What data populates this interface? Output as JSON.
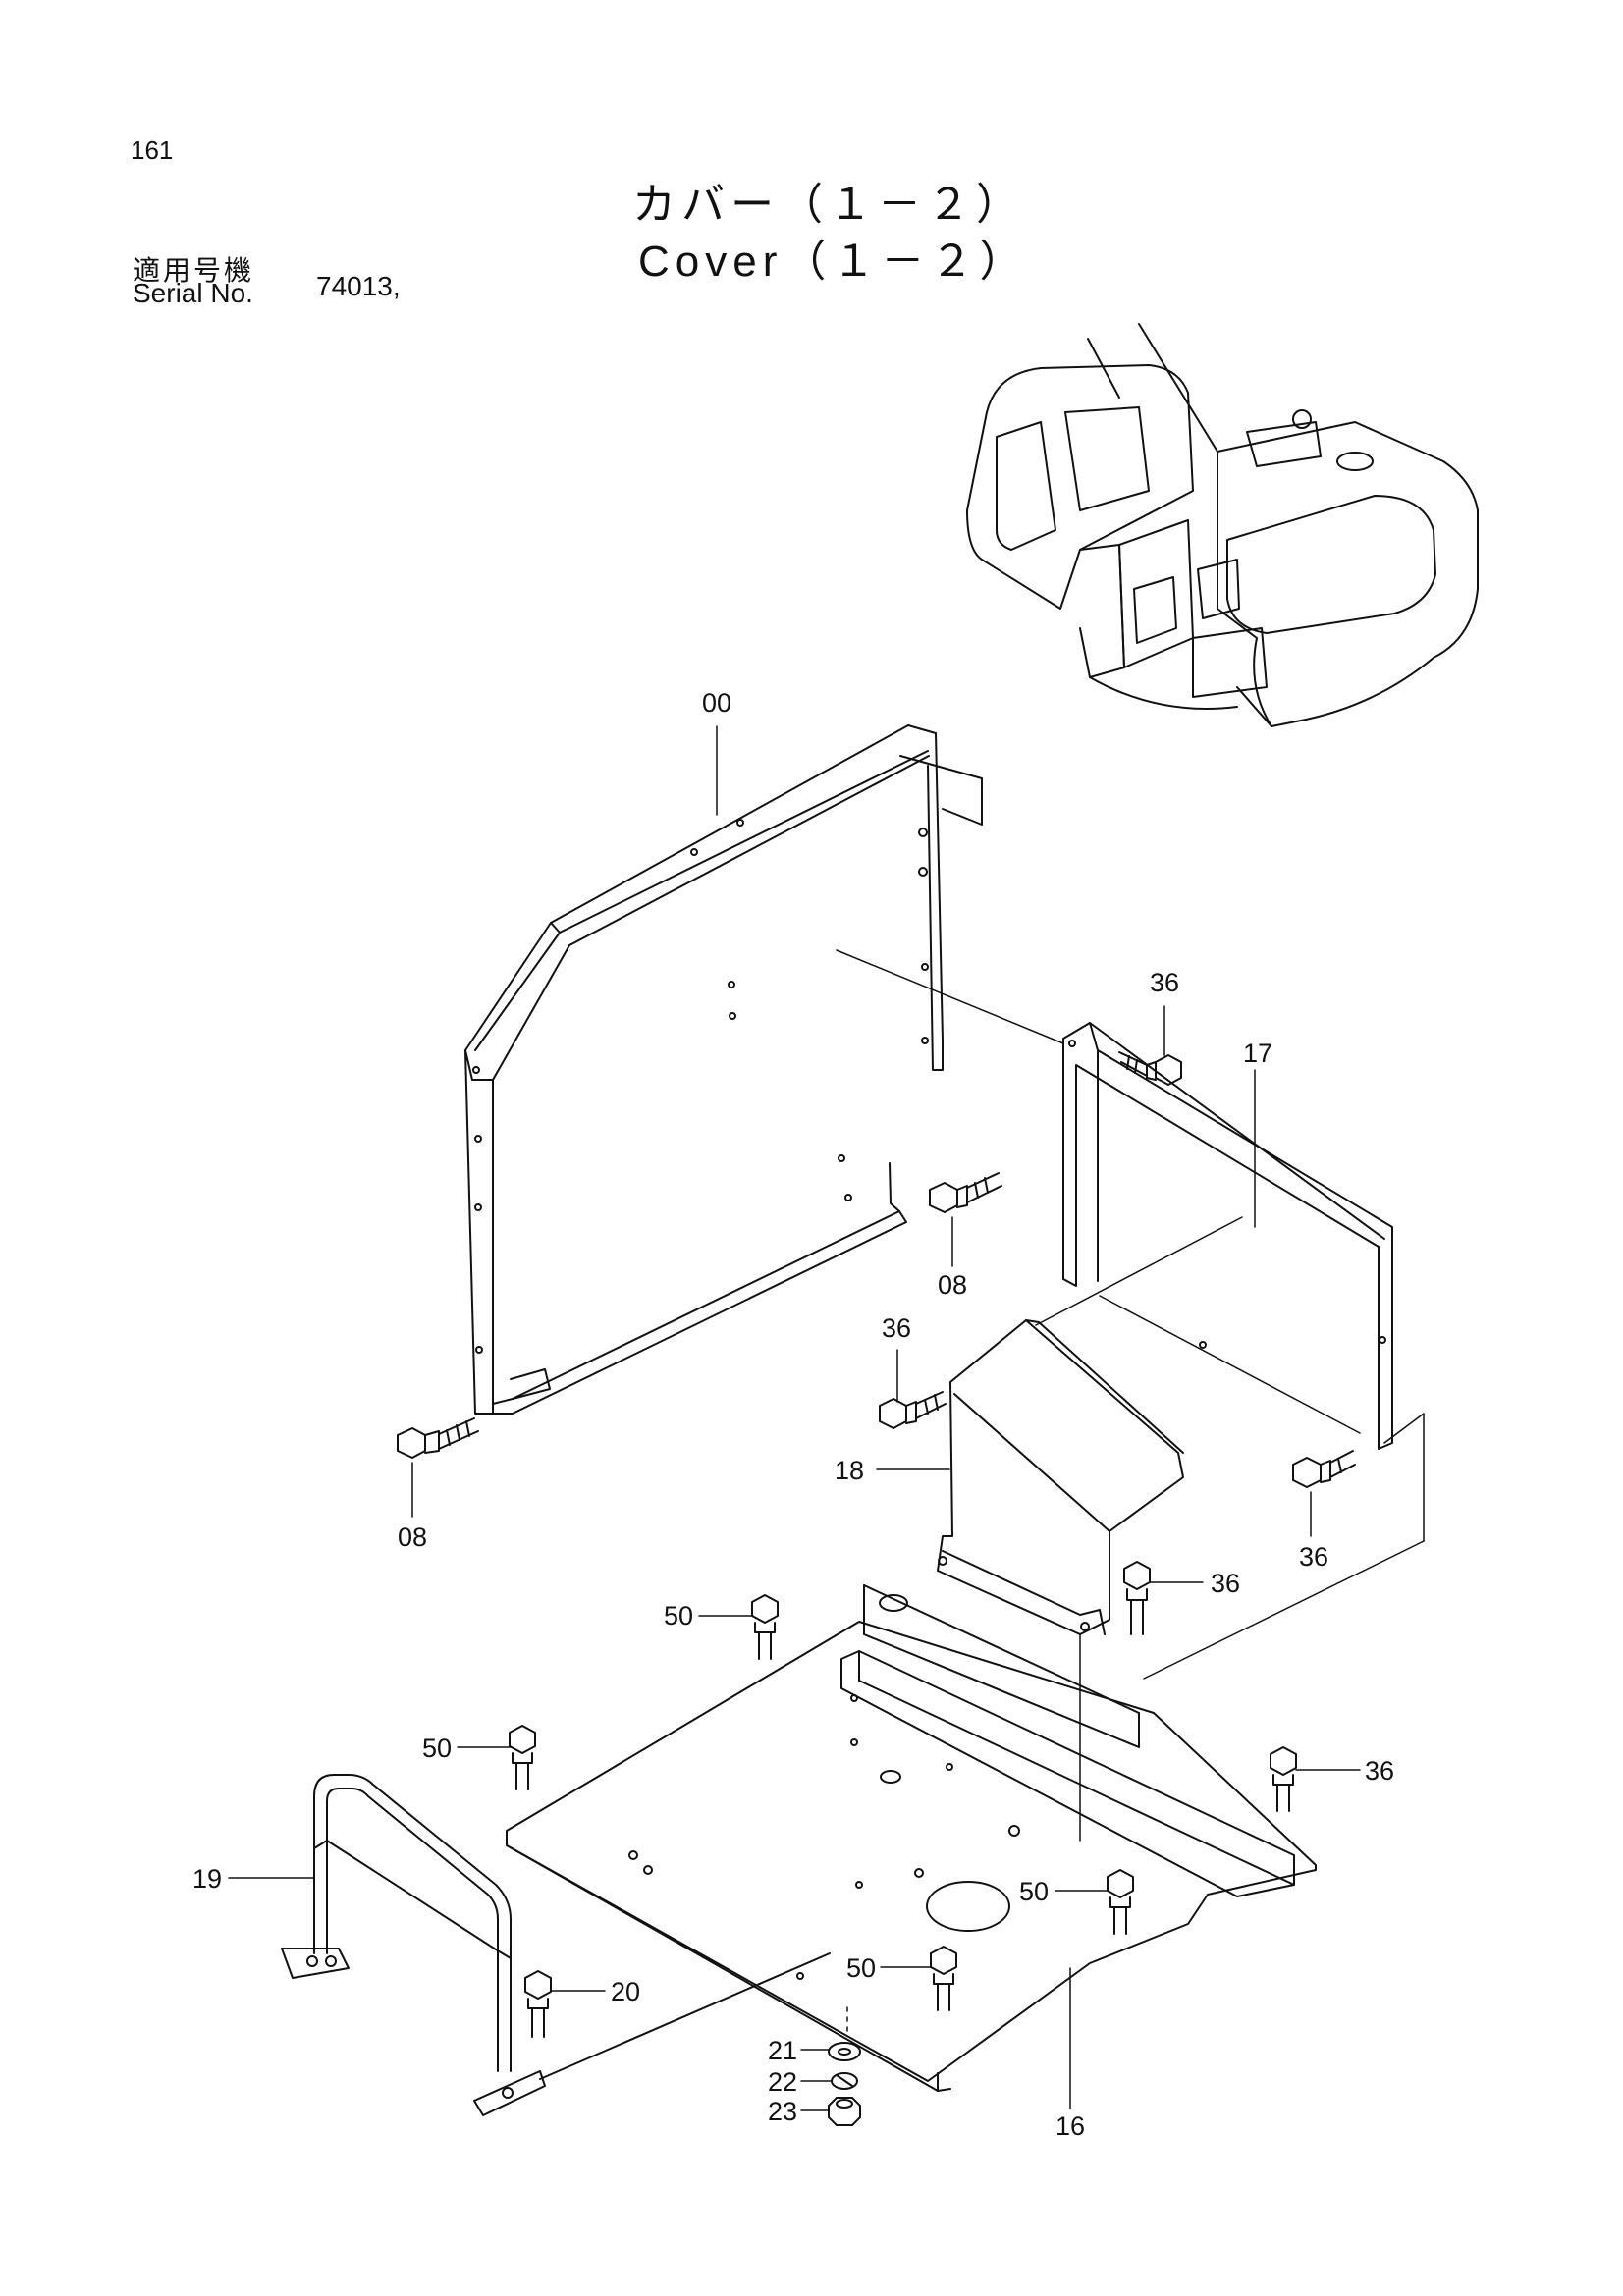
{
  "page_number": "161",
  "title_japanese": "カバー（１－２）",
  "title_english": "Cover（１－２）",
  "applicable_model_label_jp": "適用号機",
  "serial_label": "Serial No.",
  "serial_value": "74013,",
  "callouts": {
    "c00": "00",
    "c17": "17",
    "c18": "18",
    "c16": "16",
    "c19": "19",
    "c20": "20",
    "c21": "21",
    "c22": "22",
    "c23": "23",
    "c08a": "08",
    "c08b": "08",
    "c36a": "36",
    "c36b": "36",
    "c36c": "36",
    "c36d": "36",
    "c36e": "36",
    "c50a": "50",
    "c50b": "50",
    "c50c": "50",
    "c50d": "50"
  }
}
